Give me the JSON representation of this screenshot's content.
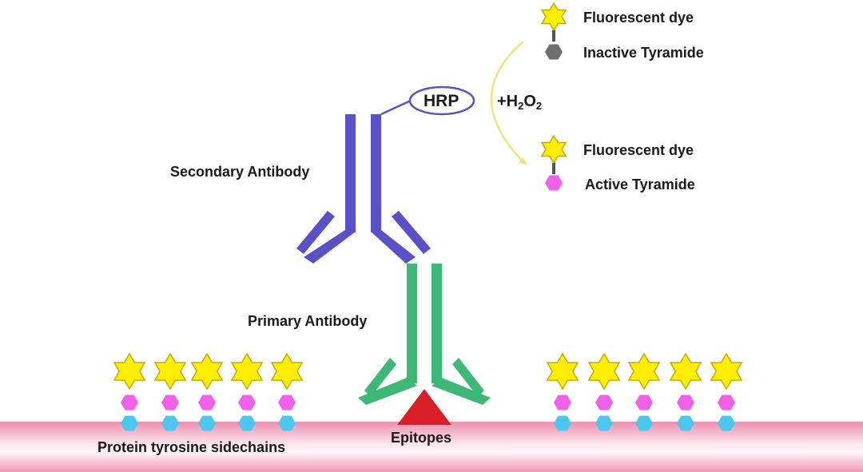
{
  "legend": {
    "inactive": {
      "dye_label": "Fluorescent dye",
      "tyramide_label": "Inactive Tyramide"
    },
    "active": {
      "dye_label": "Fluorescent dye",
      "tyramide_label": "Active Tyramide"
    }
  },
  "reaction": {
    "enzyme": "HRP",
    "reagent_prefix": "+H",
    "reagent_sub1": "2",
    "reagent_mid": "O",
    "reagent_sub2": "2"
  },
  "labels": {
    "secondary_antibody": "Secondary Antibody",
    "primary_antibody": "Primary Antibody",
    "epitopes": "Epitopes",
    "protein_sidechains": "Protein tyrosine sidechains"
  },
  "colors": {
    "secondary_antibody": "#5a50c8",
    "primary_antibody": "#3db877",
    "epitope": "#d81f26",
    "star": "#ffee00",
    "star_stroke": "#c9a800",
    "inactive_tyramide": "#6e6e6e",
    "active_tyramide": "#f060e8",
    "tyrosine": "#4cc8ee",
    "membrane": "#f4a6bf",
    "arrow": "#f3e27a"
  }
}
